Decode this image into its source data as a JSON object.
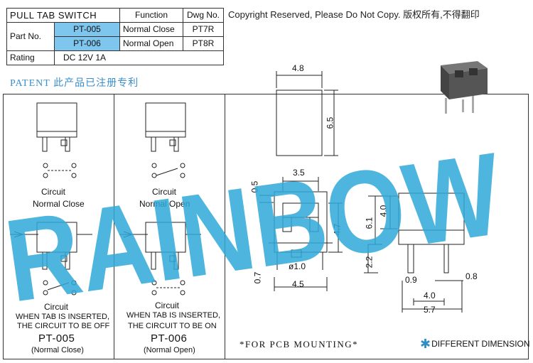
{
  "spec_table": {
    "title": "PULL TAB SWITCH",
    "col_function": "Function",
    "col_dwg": "Dwg  No.",
    "part_label": "Part  No.",
    "rows": [
      {
        "part": "PT-005",
        "function": "Normal  Close",
        "dwg": "PT7R"
      },
      {
        "part": "PT-006",
        "function": "Normal  Open",
        "dwg": "PT8R"
      }
    ],
    "rating_label": "Rating",
    "rating_value": "DC  12V  1A"
  },
  "copyright": "Copyright  Reserved,  Please  Do  Not  Copy.  版权所有,不得翻印",
  "patent": "PATENT 此产品已注册专利",
  "left_panel": {
    "circuit_label": "Circuit",
    "state_label": "Normal  Close",
    "circuit_label_2": "Circuit",
    "note_line1": "WHEN  TAB  IS  INSERTED,",
    "note_line2": "THE  CIRCUIT  TO  BE  OFF",
    "part": "PT-005",
    "part_sub": "(Normal  Close)"
  },
  "mid_panel": {
    "circuit_label": "Circuit",
    "state_label": "Normal  Open",
    "circuit_label_2": "Circuit",
    "note_line1": "WHEN  TAB  IS  INSERTED,",
    "note_line2": "THE  CIRCUIT  TO  BE  ON",
    "part": "PT-006",
    "part_sub": "(Normal  Open)"
  },
  "dimensions": {
    "top_w": "4.8",
    "top_h": "6.5",
    "front_w": "3.5",
    "front_tab": "0.5",
    "front_h": "4.7",
    "pin_h": "0.7",
    "pin_dia": "ø1.0",
    "front_base": "4.5",
    "side_h1": "4.0",
    "side_h2": "6.1",
    "side_pin": "2.2",
    "side_p1": "0.9",
    "side_p2": "0.8",
    "side_p3": "4.0",
    "side_w": "5.7"
  },
  "footer_note": "*FOR  PCB  MOUNTING*",
  "different_dimension": "DIFFERENT  DIMENSION",
  "watermark": "RAINBOW",
  "colors": {
    "accent": "#7fc6ee",
    "patent": "#3a8fc9",
    "watermark": "#2fa9d8"
  }
}
